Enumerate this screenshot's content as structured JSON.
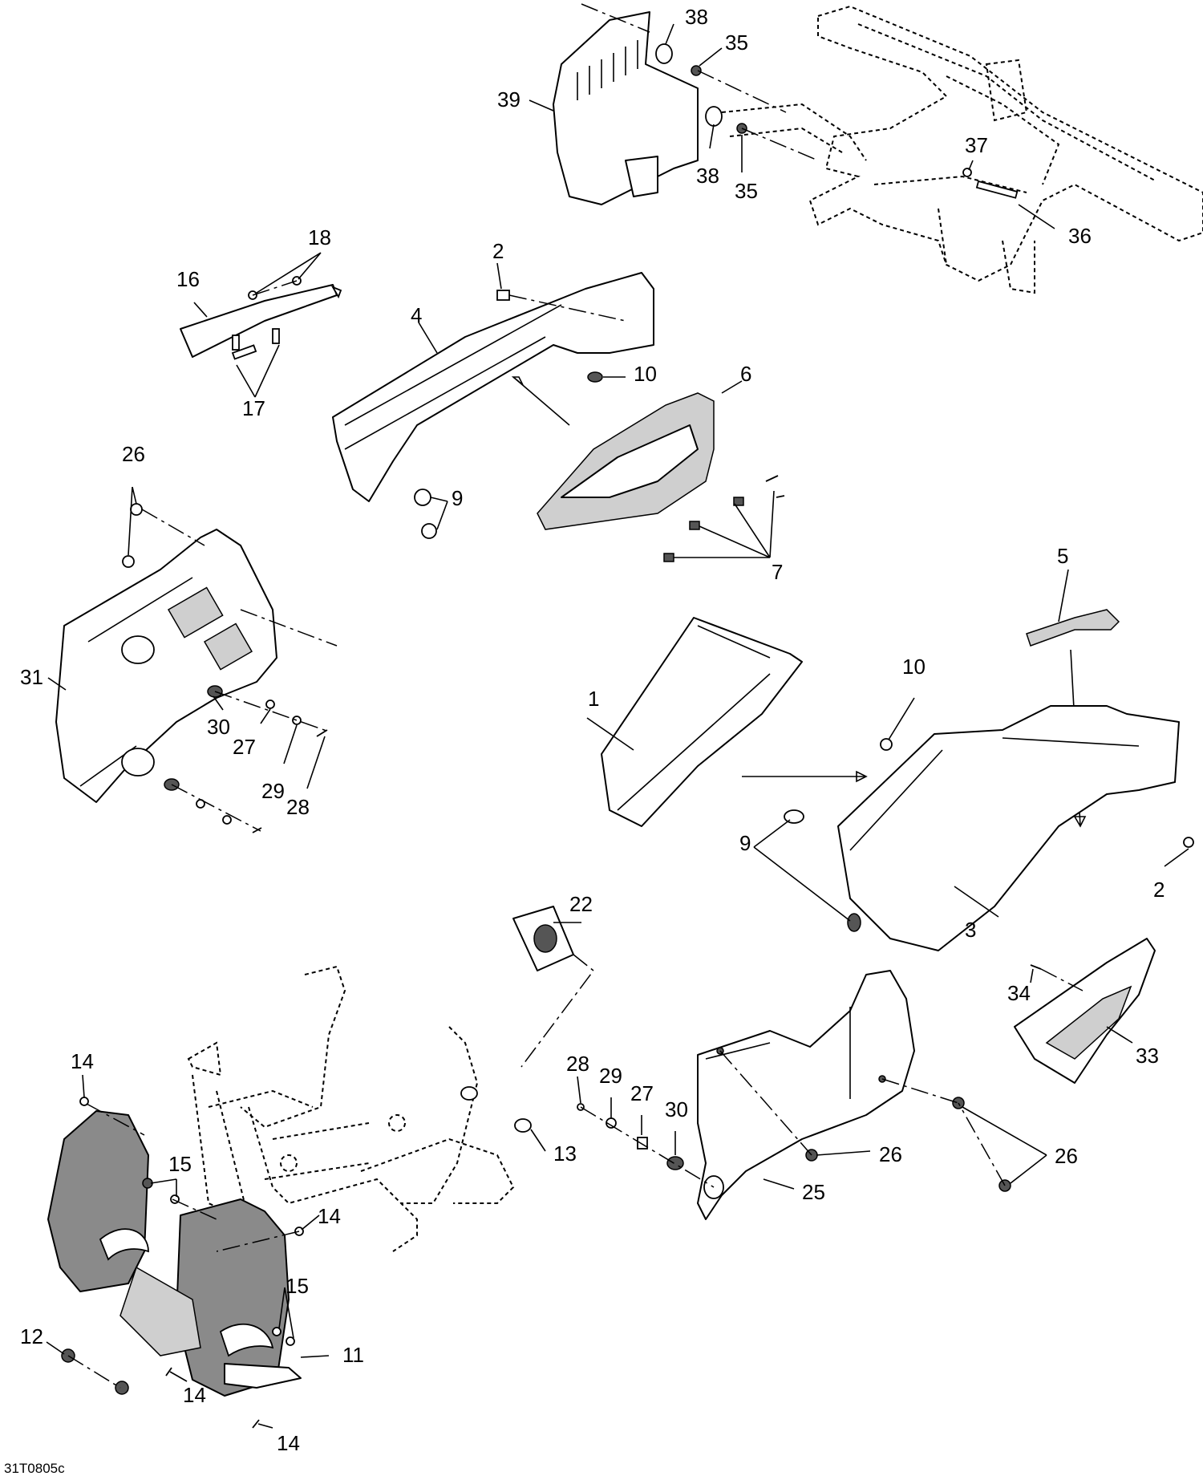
{
  "reference_code": "31T0805c",
  "callouts": [
    {
      "id": "c38a",
      "text": "38"
    },
    {
      "id": "c35a",
      "text": "35"
    },
    {
      "id": "c39",
      "text": "39"
    },
    {
      "id": "c38b",
      "text": "38"
    },
    {
      "id": "c35b",
      "text": "35"
    },
    {
      "id": "c37",
      "text": "37"
    },
    {
      "id": "c36",
      "text": "36"
    },
    {
      "id": "c18",
      "text": "18"
    },
    {
      "id": "c16",
      "text": "16"
    },
    {
      "id": "c17",
      "text": "17"
    },
    {
      "id": "c2a",
      "text": "2"
    },
    {
      "id": "c4",
      "text": "4"
    },
    {
      "id": "c10a",
      "text": "10"
    },
    {
      "id": "c6",
      "text": "6"
    },
    {
      "id": "c9a",
      "text": "9"
    },
    {
      "id": "c7",
      "text": "7"
    },
    {
      "id": "c26a",
      "text": "26"
    },
    {
      "id": "c31",
      "text": "31"
    },
    {
      "id": "c30a",
      "text": "30"
    },
    {
      "id": "c27a",
      "text": "27"
    },
    {
      "id": "c29a",
      "text": "29"
    },
    {
      "id": "c28a",
      "text": "28"
    },
    {
      "id": "c5",
      "text": "5"
    },
    {
      "id": "c10b",
      "text": "10"
    },
    {
      "id": "c1",
      "text": "1"
    },
    {
      "id": "c9b",
      "text": "9"
    },
    {
      "id": "c2b",
      "text": "2"
    },
    {
      "id": "c3",
      "text": "3"
    },
    {
      "id": "c22",
      "text": "22"
    },
    {
      "id": "c34",
      "text": "34"
    },
    {
      "id": "c33",
      "text": "33"
    },
    {
      "id": "c14a",
      "text": "14"
    },
    {
      "id": "c28b",
      "text": "28"
    },
    {
      "id": "c29b",
      "text": "29"
    },
    {
      "id": "c27b",
      "text": "27"
    },
    {
      "id": "c30b",
      "text": "30"
    },
    {
      "id": "c13",
      "text": "13"
    },
    {
      "id": "c26b",
      "text": "26"
    },
    {
      "id": "c26c",
      "text": "26"
    },
    {
      "id": "c15a",
      "text": "15"
    },
    {
      "id": "c14b",
      "text": "14"
    },
    {
      "id": "c25",
      "text": "25"
    },
    {
      "id": "c15b",
      "text": "15"
    },
    {
      "id": "c12",
      "text": "12"
    },
    {
      "id": "c11",
      "text": "11"
    },
    {
      "id": "c14c",
      "text": "14"
    },
    {
      "id": "c14d",
      "text": "14"
    }
  ]
}
